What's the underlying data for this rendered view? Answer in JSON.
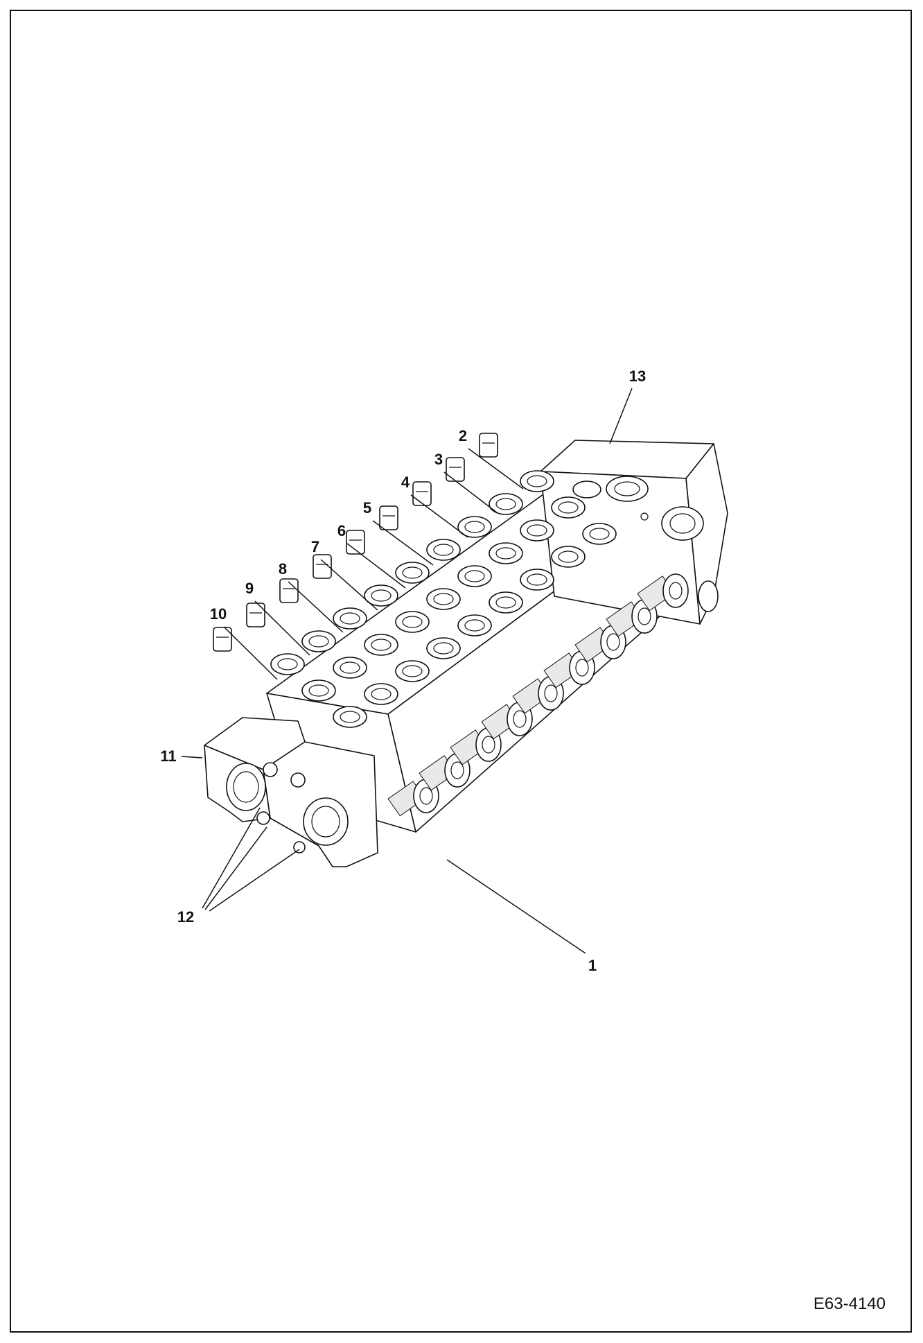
{
  "drawing_number": "E63-4140",
  "callouts": [
    {
      "id": "1",
      "label": "1"
    },
    {
      "id": "2",
      "label": "2"
    },
    {
      "id": "3",
      "label": "3"
    },
    {
      "id": "4",
      "label": "4"
    },
    {
      "id": "5",
      "label": "5"
    },
    {
      "id": "6",
      "label": "6"
    },
    {
      "id": "7",
      "label": "7"
    },
    {
      "id": "8",
      "label": "8"
    },
    {
      "id": "9",
      "label": "9"
    },
    {
      "id": "10",
      "label": "10"
    },
    {
      "id": "11",
      "label": "11"
    },
    {
      "id": "12",
      "label": "12"
    },
    {
      "id": "13",
      "label": "13"
    }
  ]
}
